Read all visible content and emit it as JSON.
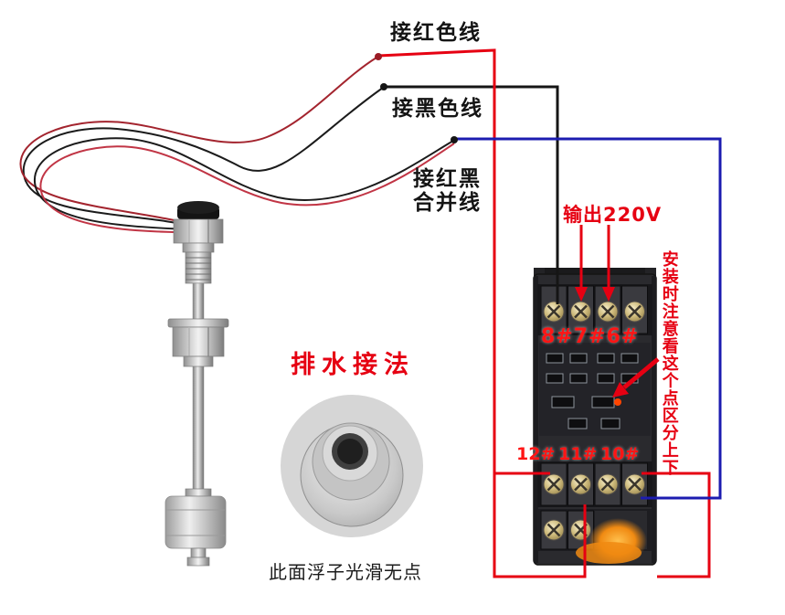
{
  "labels": {
    "connect_red": "接红色线",
    "connect_black": "接黑色线",
    "connect_combo_line1": "接红黑",
    "connect_combo_line2": "合并线",
    "output_220v": "输出220V",
    "drain_method": "排水接法",
    "install_note": "安装时注意看这个点区分上下",
    "terminals_top": "8#7#6#",
    "terminal_12": "12#",
    "terminal_11": "11#",
    "terminal_10": "10#",
    "float_note": "此面浮子光滑无点"
  },
  "colors": {
    "wire_red": "#e60012",
    "wire_black": "#151515",
    "wire_blue": "#1c1cb0",
    "label_red": "#e60012",
    "terminal_red": "#ff1515",
    "socket_body": "#2a2a2e",
    "orange_glow": "#f08a12"
  }
}
